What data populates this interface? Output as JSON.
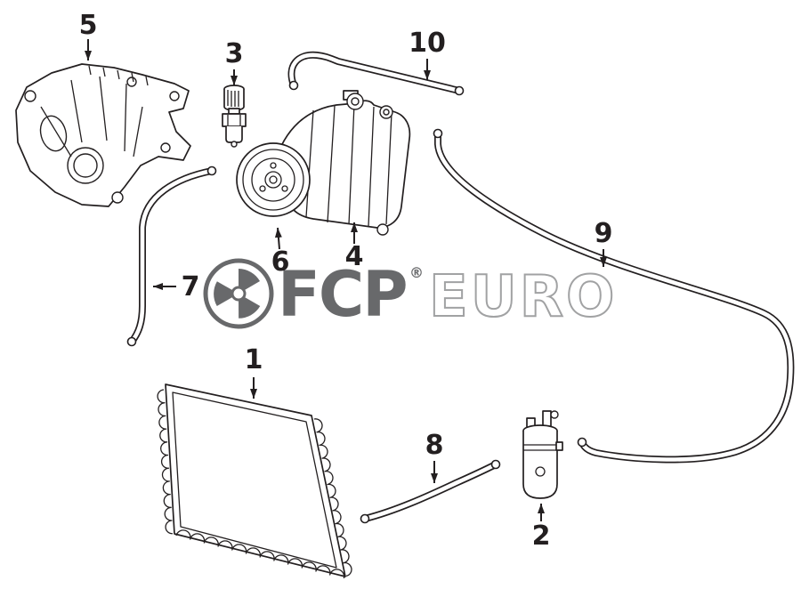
{
  "watermark": {
    "brand_bold": "FCP",
    "registered": "®",
    "brand_light": "EURO"
  },
  "callouts": [
    {
      "label": "1"
    },
    {
      "label": "2"
    },
    {
      "label": "3"
    },
    {
      "label": "4"
    },
    {
      "label": "5"
    },
    {
      "label": "6"
    },
    {
      "label": "7"
    },
    {
      "label": "8"
    },
    {
      "label": "9"
    },
    {
      "label": "10"
    }
  ],
  "colors": {
    "line": "#231f20",
    "watermark_dark": "#58595b",
    "watermark_outline": "#97989a"
  }
}
